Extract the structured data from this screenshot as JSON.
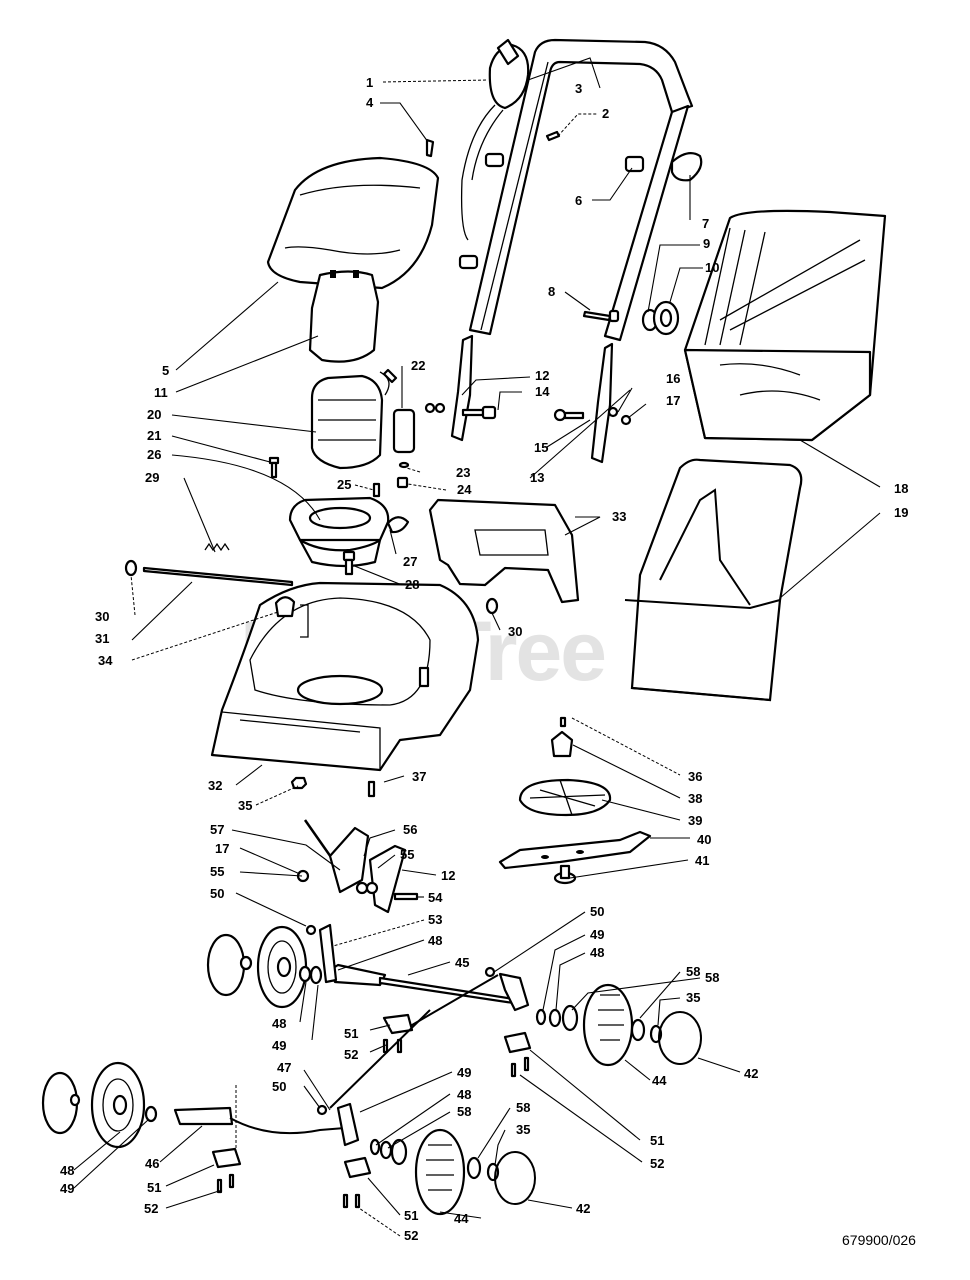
{
  "watermark": "PartsTree",
  "drawing_ref": "679900/026",
  "callouts": [
    {
      "id": "c-1",
      "label": "1"
    },
    {
      "id": "c-2",
      "label": "2"
    },
    {
      "id": "c-3",
      "label": "3"
    },
    {
      "id": "c-4",
      "label": "4"
    },
    {
      "id": "c-5",
      "label": "5"
    },
    {
      "id": "c-6",
      "label": "6"
    },
    {
      "id": "c-7",
      "label": "7"
    },
    {
      "id": "c-8",
      "label": "8"
    },
    {
      "id": "c-9",
      "label": "9"
    },
    {
      "id": "c-10",
      "label": "10"
    },
    {
      "id": "c-11",
      "label": "11"
    },
    {
      "id": "c-12a",
      "label": "12"
    },
    {
      "id": "c-13",
      "label": "13"
    },
    {
      "id": "c-14",
      "label": "14"
    },
    {
      "id": "c-15",
      "label": "15"
    },
    {
      "id": "c-16",
      "label": "16"
    },
    {
      "id": "c-17a",
      "label": "17"
    },
    {
      "id": "c-18",
      "label": "18"
    },
    {
      "id": "c-19",
      "label": "19"
    },
    {
      "id": "c-20",
      "label": "20"
    },
    {
      "id": "c-21",
      "label": "21"
    },
    {
      "id": "c-22",
      "label": "22"
    },
    {
      "id": "c-23",
      "label": "23"
    },
    {
      "id": "c-24",
      "label": "24"
    },
    {
      "id": "c-25",
      "label": "25"
    },
    {
      "id": "c-26",
      "label": "26"
    },
    {
      "id": "c-27",
      "label": "27"
    },
    {
      "id": "c-28",
      "label": "28"
    },
    {
      "id": "c-29",
      "label": "29"
    },
    {
      "id": "c-30a",
      "label": "30"
    },
    {
      "id": "c-30b",
      "label": "30"
    },
    {
      "id": "c-31",
      "label": "31"
    },
    {
      "id": "c-32",
      "label": "32"
    },
    {
      "id": "c-33",
      "label": "33"
    },
    {
      "id": "c-34",
      "label": "34"
    },
    {
      "id": "c-35a",
      "label": "35"
    },
    {
      "id": "c-36",
      "label": "36"
    },
    {
      "id": "c-37",
      "label": "37"
    },
    {
      "id": "c-38",
      "label": "38"
    },
    {
      "id": "c-39",
      "label": "39"
    },
    {
      "id": "c-40",
      "label": "40"
    },
    {
      "id": "c-41",
      "label": "41"
    },
    {
      "id": "c-56",
      "label": "56"
    },
    {
      "id": "c-57",
      "label": "57"
    },
    {
      "id": "c-55a",
      "label": "55"
    },
    {
      "id": "c-17b",
      "label": "17"
    },
    {
      "id": "c-12b",
      "label": "12"
    },
    {
      "id": "c-55b",
      "label": "55"
    },
    {
      "id": "c-54",
      "label": "54"
    },
    {
      "id": "c-50a",
      "label": "50"
    },
    {
      "id": "c-53",
      "label": "53"
    },
    {
      "id": "c-50b",
      "label": "50"
    },
    {
      "id": "c-48a",
      "label": "48"
    },
    {
      "id": "c-49a",
      "label": "49"
    },
    {
      "id": "c-48b",
      "label": "48"
    },
    {
      "id": "c-45",
      "label": "45"
    },
    {
      "id": "c-58a",
      "label": "58"
    },
    {
      "id": "c-58b",
      "label": "58"
    },
    {
      "id": "c-35b",
      "label": "35"
    },
    {
      "id": "c-48c",
      "label": "48"
    },
    {
      "id": "c-49b",
      "label": "49"
    },
    {
      "id": "c-51a",
      "label": "51"
    },
    {
      "id": "c-52a",
      "label": "52"
    },
    {
      "id": "c-42a",
      "label": "42"
    },
    {
      "id": "c-44a",
      "label": "44"
    },
    {
      "id": "c-47",
      "label": "47"
    },
    {
      "id": "c-49c",
      "label": "49"
    },
    {
      "id": "c-50c",
      "label": "50"
    },
    {
      "id": "c-48d",
      "label": "48"
    },
    {
      "id": "c-58c",
      "label": "58"
    },
    {
      "id": "c-58d",
      "label": "58"
    },
    {
      "id": "c-35c",
      "label": "35"
    },
    {
      "id": "c-51b",
      "label": "51"
    },
    {
      "id": "c-52b",
      "label": "52"
    },
    {
      "id": "c-48e",
      "label": "48"
    },
    {
      "id": "c-49d",
      "label": "49"
    },
    {
      "id": "c-46",
      "label": "46"
    },
    {
      "id": "c-51c",
      "label": "51"
    },
    {
      "id": "c-52c",
      "label": "52"
    },
    {
      "id": "c-44b",
      "label": "44"
    },
    {
      "id": "c-42b",
      "label": "42"
    },
    {
      "id": "c-51d",
      "label": "51"
    },
    {
      "id": "c-52d",
      "label": "52"
    }
  ]
}
